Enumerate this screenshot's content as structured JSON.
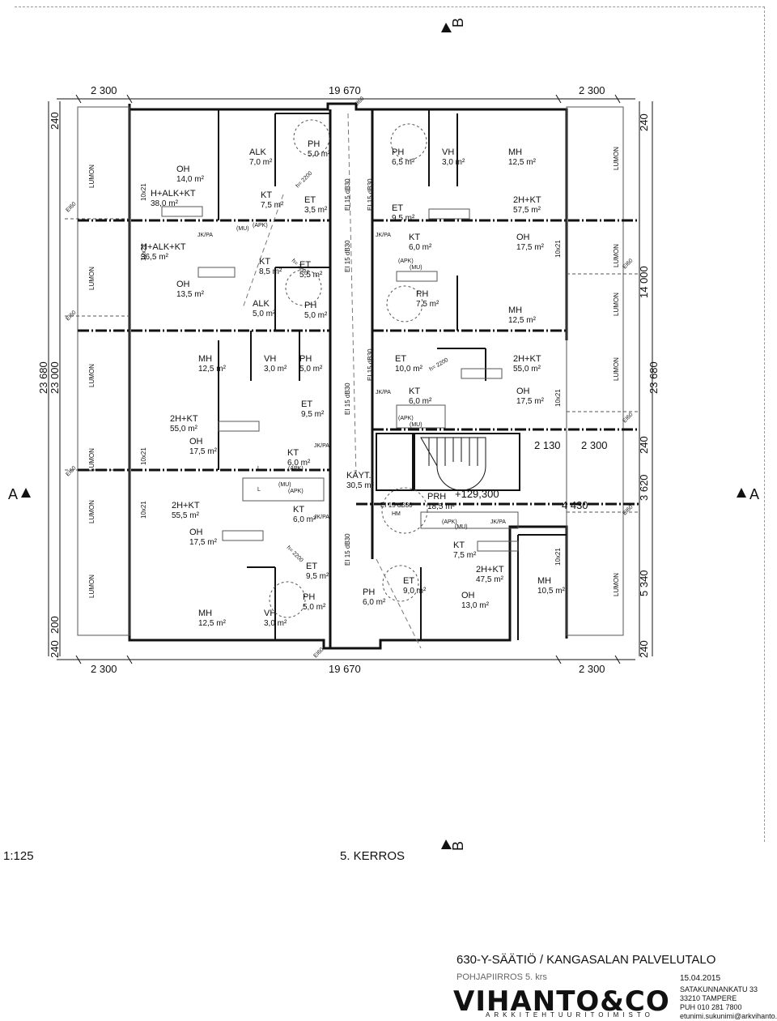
{
  "sheet": {
    "scale": "1:125",
    "floor": "5. KERROS",
    "section_a": "A",
    "section_b": "B"
  },
  "dimensions": {
    "top_left": "2 300",
    "top_mid": "19 670",
    "top_right": "2 300",
    "bottom_left": "2 300",
    "bottom_mid": "19 670",
    "bottom_right": "2 300",
    "left_total1": "23 680",
    "left_total2": "23 000",
    "left_top": "240",
    "left_bottom1": "200",
    "left_bottom2": "240",
    "right_top": "240",
    "right_14000": "14 000",
    "right_total": "23 680",
    "right_240b": "240",
    "right_3620": "3 620",
    "right_5340": "5 340",
    "right_bottom": "240",
    "stair_2130": "2 130",
    "stair_2300": "2 300",
    "stair_4430": "4 430",
    "level": "+129,300"
  },
  "rooms": [
    {
      "name": "OH",
      "area": "14,0 m²"
    },
    {
      "name": "H+ALK+KT",
      "area": "38,0 m²"
    },
    {
      "name": "ALK",
      "area": "7,0 m²"
    },
    {
      "name": "PH",
      "area": "5,0 m²"
    },
    {
      "name": "KT",
      "area": "7,5 m²"
    },
    {
      "name": "ET",
      "area": "3,5 m²"
    },
    {
      "name": "PH",
      "area": "6,5 m²"
    },
    {
      "name": "VH",
      "area": "3,0 m²"
    },
    {
      "name": "MH",
      "area": "12,5 m²"
    },
    {
      "name": "ET",
      "area": "9,5 m²"
    },
    {
      "name": "2H+KT",
      "area": "57,5 m²"
    },
    {
      "name": "H+ALK+KT",
      "area": "36,5 m²"
    },
    {
      "name": "KT",
      "area": "8,5 m²"
    },
    {
      "name": "ET",
      "area": "5,5 m²"
    },
    {
      "name": "KT",
      "area": "6,0 m²"
    },
    {
      "name": "OH",
      "area": "17,5 m²"
    },
    {
      "name": "OH",
      "area": "13,5 m²"
    },
    {
      "name": "ALK",
      "area": "5,0 m²"
    },
    {
      "name": "PH",
      "area": "5,0 m²"
    },
    {
      "name": "PH",
      "area": "7,5 m²"
    },
    {
      "name": "MH",
      "area": "12,5 m²"
    },
    {
      "name": "MH",
      "area": "12,5 m²"
    },
    {
      "name": "VH",
      "area": "3,0 m²"
    },
    {
      "name": "PH",
      "area": "5,0 m²"
    },
    {
      "name": "ET",
      "area": "10,0 m²"
    },
    {
      "name": "2H+KT",
      "area": "55,0 m²"
    },
    {
      "name": "2H+KT",
      "area": "55,0 m²"
    },
    {
      "name": "ET",
      "area": "9,5 m²"
    },
    {
      "name": "KT",
      "area": "6,0 m²"
    },
    {
      "name": "OH",
      "area": "17,5 m²"
    },
    {
      "name": "OH",
      "area": "17,5 m²"
    },
    {
      "name": "KT",
      "area": "6,0 m²"
    },
    {
      "name": "KÄYT.",
      "area": "30,5 m²"
    },
    {
      "name": "PRH",
      "area": "18,5 m²"
    },
    {
      "name": "2H+KT",
      "area": "55,5 m²"
    },
    {
      "name": "KT",
      "area": "6,0 m²"
    },
    {
      "name": "OH",
      "area": "17,5 m²"
    },
    {
      "name": "ET",
      "area": "9,5 m²"
    },
    {
      "name": "KT",
      "area": "7,5 m²"
    },
    {
      "name": "2H+KT",
      "area": "47,5 m²"
    },
    {
      "name": "MH",
      "area": "10,5 m²"
    },
    {
      "name": "ET",
      "area": "9,0 m²"
    },
    {
      "name": "OH",
      "area": "13,0 m²"
    },
    {
      "name": "PH",
      "area": "5,0 m²"
    },
    {
      "name": "PH",
      "area": "6,0 m²"
    },
    {
      "name": "MH",
      "area": "12,5 m²"
    },
    {
      "name": "VH",
      "area": "3,0 m²"
    }
  ],
  "annotations": {
    "lumon": "LUMON",
    "door": "10x21",
    "wall": "EI 15 dB30",
    "ei60": "EI60",
    "jkpa": "JK/PA",
    "apk": "(APK)",
    "mu": "(MU)",
    "h2200": "h= 2200",
    "l": "L",
    "hm": "HM"
  },
  "titleblock": {
    "project": "630-Y-SÄÄTIÖ / KANGASALAN PALVELUTALO",
    "drawing": "POHJAPIIRROS 5. krs",
    "date": "15.04.2015",
    "logo": "VIHANTO&CO",
    "tagline": "ARKKITEHTUURITOIMISTO",
    "address1": "SATAKUNNANKATU 33",
    "address2": "33210 TAMPERE",
    "phone": "PUH      010 281 7800",
    "email": "etunimi.sukunimi@arkvihanto.fi"
  }
}
